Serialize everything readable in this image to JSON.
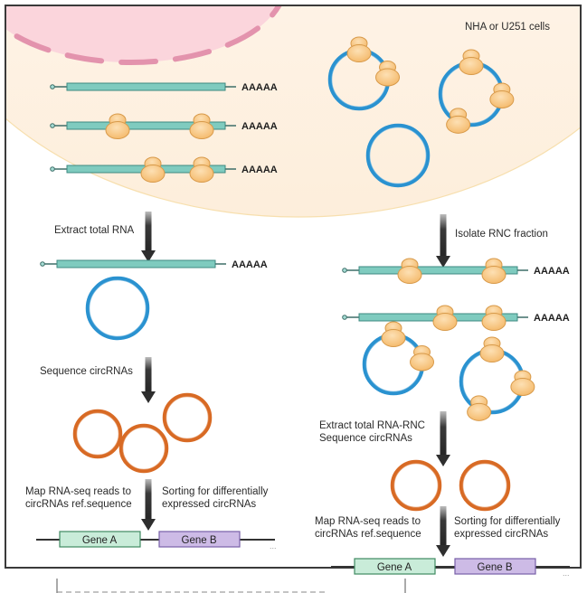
{
  "figure": {
    "cell_label": "NHA or U251 cells",
    "poly_a_tail": "AAAAA",
    "colors": {
      "nucleus_fill": "#fbd3d9",
      "nucleus_border": "#e48fa8",
      "cytoplasm_fill": "#fdf1e2",
      "mrna_fill": "#7fcbbf",
      "mrna_border": "#3d8a80",
      "ribosome_fill": "#f8c27c",
      "ribosome_border": "#d89a4a",
      "circrna_blue": "#2a92d0",
      "circrna_orange": "#d86a24",
      "gene_a_fill": "#c9ecd9",
      "gene_a_border": "#3f8a62",
      "gene_b_fill": "#cdbbe6",
      "gene_b_border": "#7760a8",
      "arrow": "#2e2e2e"
    },
    "left_branch": {
      "step1": "Extract total RNA",
      "step2": "Sequence circRNAs",
      "step3_left": [
        "Map RNA-seq reads to",
        "circRNAs ref.sequence"
      ],
      "step3_right": [
        "Sorting for differentially",
        "expressed circRNAs"
      ],
      "genes": [
        "Gene A",
        "Gene B"
      ],
      "ellipsis": "..."
    },
    "right_branch": {
      "step1": "Isolate RNC fraction",
      "step2": [
        "Extract total RNA-RNC",
        "Sequence circRNAs"
      ],
      "step3_left": [
        "Map RNA-seq reads to",
        "circRNAs ref.sequence"
      ],
      "step3_right": [
        "Sorting for differentially",
        "expressed circRNAs"
      ],
      "genes": [
        "Gene A",
        "Gene B"
      ],
      "ellipsis": "..."
    }
  }
}
